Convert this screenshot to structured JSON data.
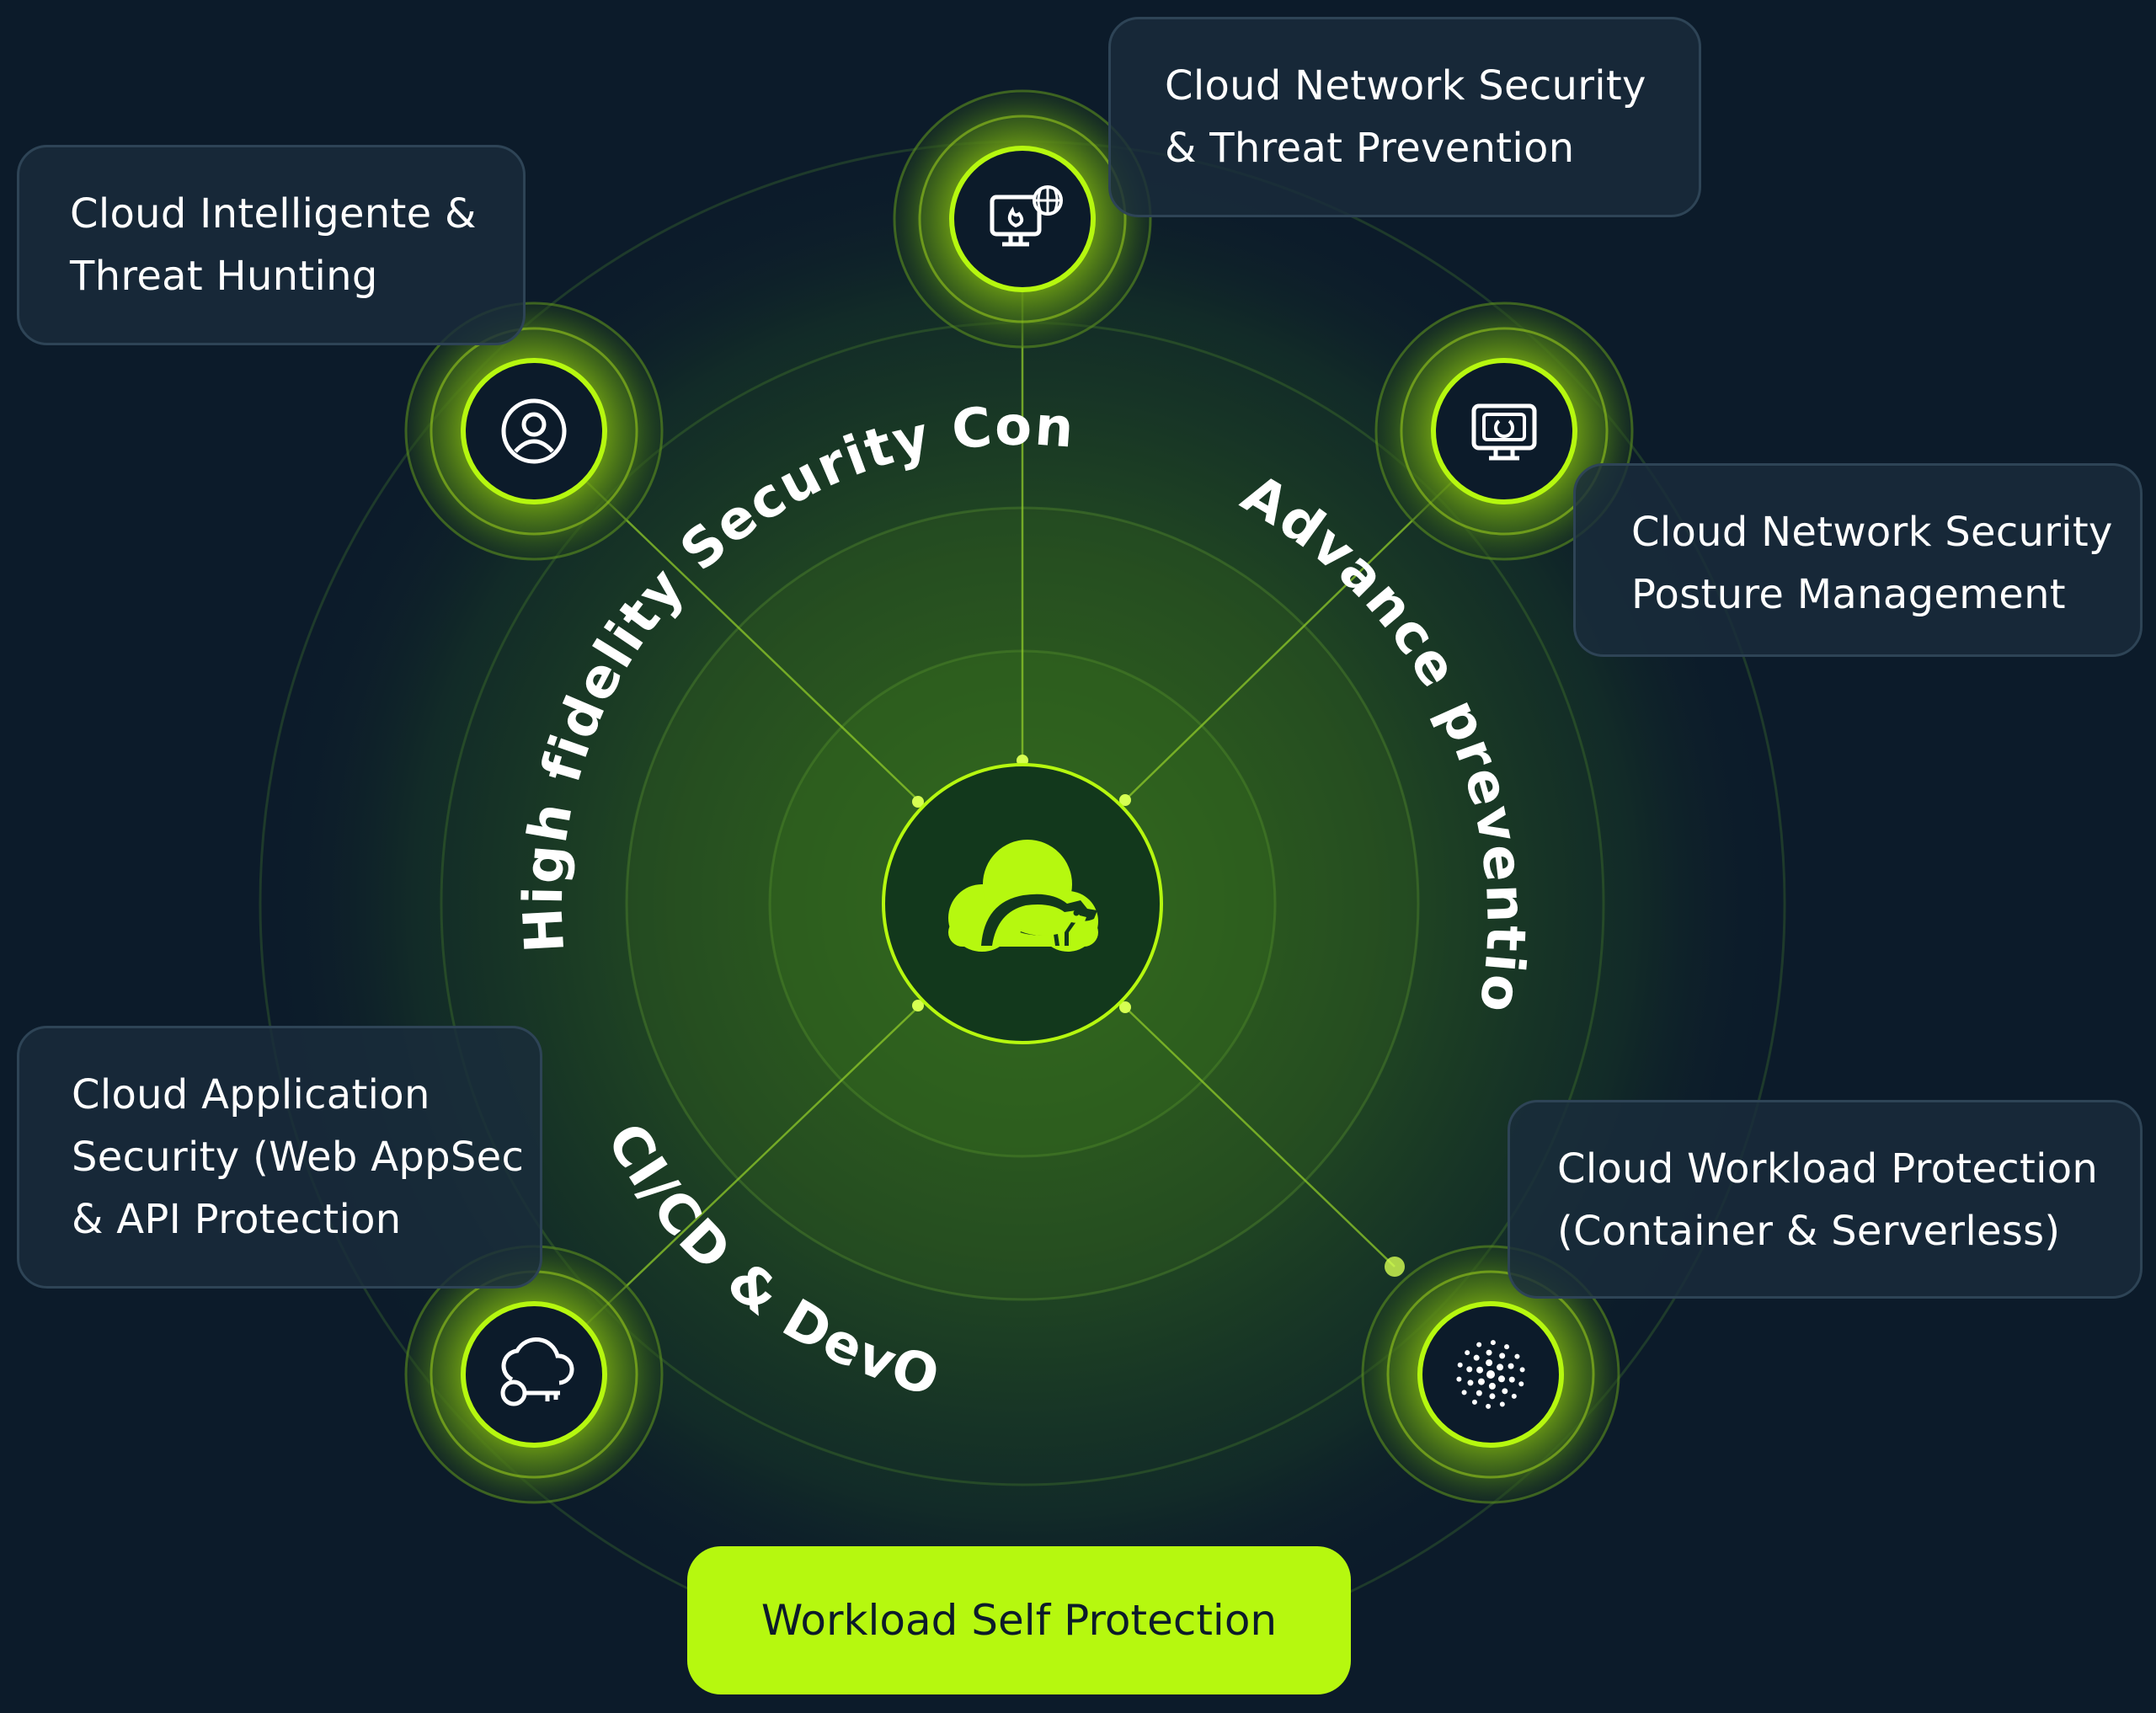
{
  "center": {
    "icon": "cloud-bear-logo-icon"
  },
  "arc_labels": {
    "top_left": "High fidelity Security Context",
    "right": "Advance prevention",
    "bottom_left": "CI/CD & DevOps"
  },
  "nodes": [
    {
      "id": "cloud-intelligence",
      "icon": "user-icon",
      "label": "Cloud Intelligente &\nThreat Hunting"
    },
    {
      "id": "cloud-network-security",
      "icon": "monitor-fire-globe-icon",
      "label": "Cloud Network Security\n& Threat Prevention"
    },
    {
      "id": "cloud-security-posture",
      "icon": "monitor-refresh-icon",
      "label": "Cloud Network Security\nPosture Management"
    },
    {
      "id": "cloud-application-security",
      "icon": "cloud-key-icon",
      "label": "Cloud Application\nSecurity (Web AppSec\n& API Protection"
    },
    {
      "id": "cloud-workload-protection",
      "icon": "dot-burst-icon",
      "label": "Cloud Workload Protection\n(Container & Serverless)"
    }
  ],
  "cta": {
    "label": "Workload Self Protection"
  },
  "colors": {
    "background": "#0c1b2a",
    "accent": "#b6f80f",
    "card_bg": "#1a2c3c",
    "card_border": "#2e4456",
    "text": "#ffffff",
    "icon_fill": "#0c1b2a"
  }
}
